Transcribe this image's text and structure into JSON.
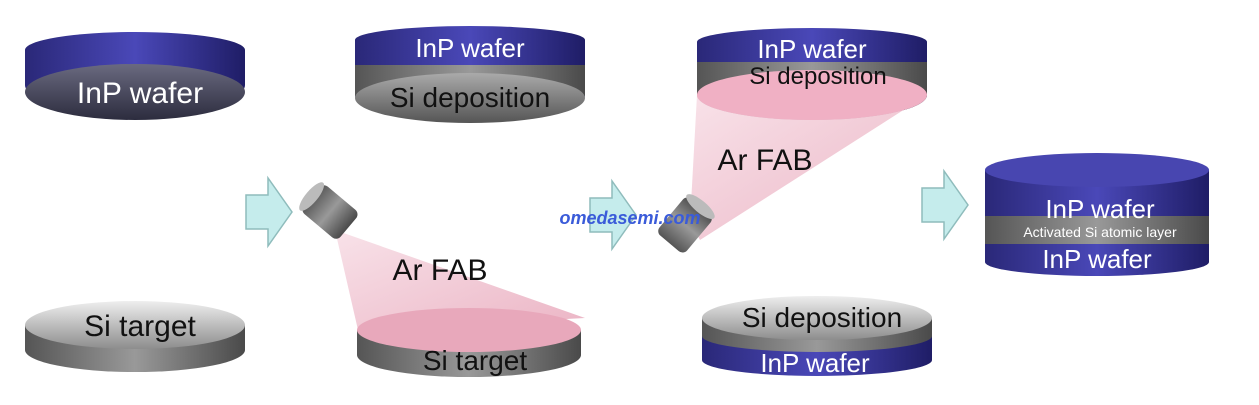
{
  "step1": {
    "wafer_label": "InP wafer",
    "target_label": "Si target"
  },
  "step2": {
    "wafer_label": "InP wafer",
    "deposition_label": "Si deposition",
    "beam_label": "Ar FAB",
    "target_label": "Si target"
  },
  "step3": {
    "top_wafer_label": "InP wafer",
    "top_deposition_label": "Si deposition",
    "beam_label": "Ar FAB",
    "bottom_deposition_label": "Si deposition",
    "bottom_wafer_label": "InP wafer"
  },
  "result": {
    "top_wafer_label": "InP wafer",
    "layer_label": "Activated Si atomic layer",
    "bottom_wafer_label": "InP wafer"
  },
  "watermark": "omedasemi.com",
  "colors": {
    "inp": "#2e2c8c",
    "si": "#6b6b6b",
    "beam": "#f0b8c8",
    "arrow": "#c5ecec"
  }
}
